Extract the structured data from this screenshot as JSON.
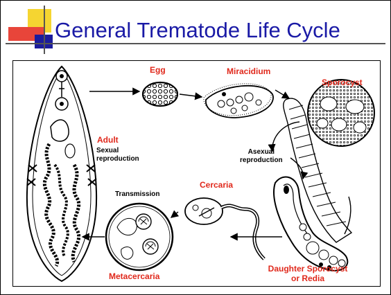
{
  "title": "General Trematode Life Cycle",
  "labels": {
    "egg": "Egg",
    "miracidium": "Miracidium",
    "sporocyst": "Sporocyst",
    "adult": "Adult",
    "sexual_line1": "Sexual",
    "sexual_line2": "reproduction",
    "asexual_line1": "Asexual",
    "asexual_line2": "reproduction",
    "cercaria": "Cercaria",
    "transmission": "Transmission",
    "metacercaria": "Metacercaria",
    "daughter_line1": "Daughter Sporocyst",
    "daughter_line2": "or Redia"
  },
  "colors": {
    "title": "#1a1aa6",
    "stage_label": "#e0281b",
    "deco_yellow": "#f5d531",
    "deco_red": "#e8453a",
    "deco_blue": "#1c1c9c"
  }
}
